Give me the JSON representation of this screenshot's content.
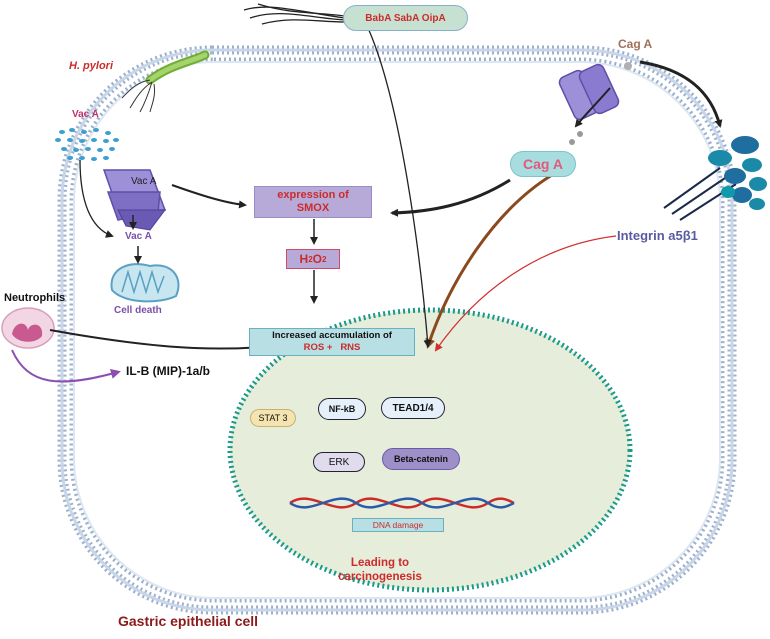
{
  "cell_label": "Gastric epithelial cell",
  "bacterium": {
    "label": "H. pylori"
  },
  "adhesins": {
    "label": "BabA SabA OipA"
  },
  "vaca": {
    "top_label": "Vac A",
    "channel_label": "Vac A",
    "internal_label": "Vac A",
    "outcome": "Cell death"
  },
  "caga": {
    "outer_label": "Cag A",
    "inner_label": "Cag A"
  },
  "integrin": {
    "label": "Integrin a5β1"
  },
  "smox_box": {
    "line1": "expression of",
    "line2": "SMOX"
  },
  "h2o2": {
    "base": "H",
    "sub1": "2",
    "mid": "O",
    "sub2": "2"
  },
  "ros_box": {
    "line1": "Increased accumulation of",
    "line2": "ROS +   RNS"
  },
  "neutrophils": {
    "label": "Neutrophils",
    "cytokine": "IL-B (MIP)-1a/b"
  },
  "nucleus": {
    "factors": {
      "stat3": "STAT 3",
      "nfkb": "NF-kB",
      "tead": "TEAD1/4",
      "erk": "ERK",
      "beta_catenin": "Beta-catenin"
    },
    "dna_label": "DNA damage",
    "outcome_line1": "Leading to",
    "outcome_line2": "carcinogenesis"
  },
  "colors": {
    "membrane": "#8fa6c4",
    "vaca_red": "#c0306a",
    "vaca_purple": "#7b4fa8",
    "text_red": "#cc2b2b",
    "caga_brown": "#a0705a",
    "integrin_blue": "#5a5aa0",
    "nucleus_fill": "#e5ecd9",
    "nucleus_border": "#1a9a8a"
  }
}
